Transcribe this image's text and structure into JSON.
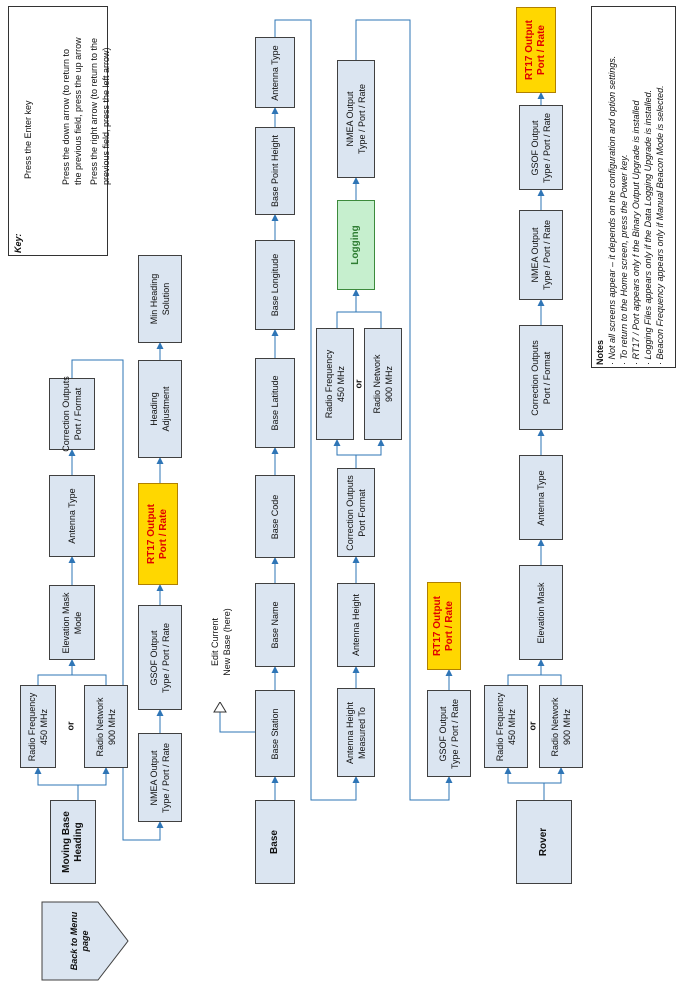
{
  "key": {
    "title": "Key:",
    "enter": "Press the Enter key",
    "down": [
      "Press the down arrow (to return to",
      "the previous field, press the up arrow"
    ],
    "right": [
      "Press the right arrow (to return to the",
      "previous field, press the left arrow)"
    ]
  },
  "notes": {
    "title": "Notes",
    "lines": [
      "· Not all screens appear – it depends on the configuration and option settings.",
      "· To return to the Home screen, press the Power key.",
      "· RT17 / Port appears only f the Binary Output Upgrade is installed",
      "· Logging Files appears only if the Data Logging Upgrade is installed.",
      "· Beacon Frequency appears only if Manual Beacon Mode is selected."
    ]
  },
  "back": [
    "Back to Menu",
    "page"
  ],
  "or": "or",
  "moving": {
    "start": [
      "Moving Base",
      "Heading"
    ],
    "radio": [
      "Radio Frequency",
      "450 MHz"
    ],
    "network": [
      "Radio Network",
      "900 MHz"
    ],
    "elev": [
      "Elevation Mask",
      "Mode"
    ],
    "antenna": [
      "Antenna Type"
    ],
    "corr": [
      "Correction Outputs",
      "Port / Format"
    ],
    "nmea": [
      "NMEA Output",
      "Type / Port / Rate"
    ],
    "gsof": [
      "GSOF Output",
      "Type / Port / Rate"
    ],
    "rt17": [
      "RT17 Output",
      "Port / Rate"
    ],
    "heading": [
      "Heading",
      "Adjustment"
    ],
    "minh": [
      "Min Heading",
      "Solution"
    ]
  },
  "base": {
    "start": [
      "Base"
    ],
    "station": [
      "Base Station"
    ],
    "edit": [
      "Edit Current",
      "New Base (here)"
    ],
    "name": [
      "Base Name"
    ],
    "code": [
      "Base Code"
    ],
    "lat": [
      "Base Latitude"
    ],
    "lon": [
      "Base Longitude"
    ],
    "height": [
      "Base Point Height"
    ],
    "antenna": [
      "Antenna Type"
    ],
    "measured": [
      "Antenna Height",
      "Measured To"
    ],
    "ant_height": [
      "Antenna Height"
    ],
    "corr": [
      "Correction Outputs",
      "Port Format"
    ],
    "radio": [
      "Radio Frequency",
      "450 MHz"
    ],
    "network": [
      "Radio Network",
      "900 MHz"
    ],
    "logging": [
      "Logging"
    ],
    "nmea": [
      "NMEA Output",
      "Type / Port / Rate"
    ],
    "gsof": [
      "GSOF Output",
      "Type / Port / Rate"
    ],
    "rt17": [
      "RT17 Output",
      "Port / Rate"
    ]
  },
  "rover": {
    "start": [
      "Rover"
    ],
    "radio": [
      "Radio Frequency",
      "450 MHz"
    ],
    "network": [
      "Radio Network",
      "900 MHz"
    ],
    "elev": [
      "Elevation Mask"
    ],
    "antenna": [
      "Antenna Type"
    ],
    "corr": [
      "Correction Outputs",
      "Port / Format"
    ],
    "nmea": [
      "NMEA Output",
      "Type / Port / Rate"
    ],
    "gsof": [
      "GSOF Output",
      "Type / Port / Rate"
    ],
    "rt17": [
      "RT17 Output",
      "Port / Rate"
    ]
  },
  "colors": {
    "box_fill": "#dbe5f1",
    "line": "#2e75b6",
    "highlight": "#ffd700",
    "logging": "#c6efce",
    "red_text": "#e00000"
  }
}
